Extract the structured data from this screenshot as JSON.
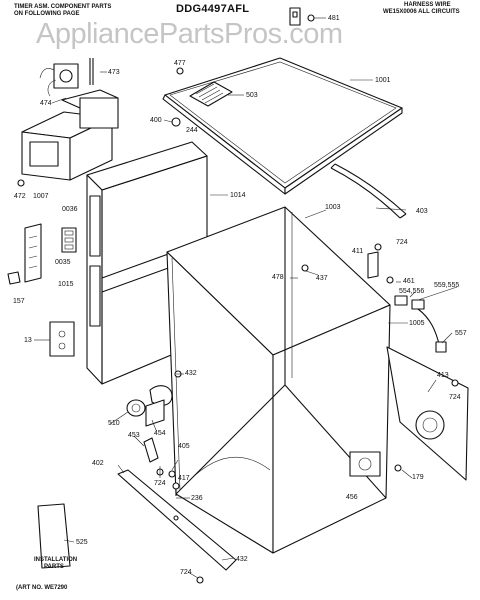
{
  "header": {
    "left_note": [
      "TIMER ASM. COMPONENT PARTS",
      "ON FOLLOWING PAGE"
    ],
    "model": "DDG4497AFL",
    "right_note": [
      "HARNESS WIRE",
      "WE15X0006 ALL CIRCUITS"
    ]
  },
  "watermark": "AppliancePartsPros.com",
  "footer": {
    "art_no": "(ART NO. WE7290"
  },
  "installation_label": [
    "INSTALLATION",
    "PARTS"
  ],
  "parts": {
    "p481": "481",
    "p477": "477",
    "p473": "473",
    "p474": "474",
    "p1001": "1001",
    "p503": "503",
    "p400": "400",
    "p244": "244",
    "p472": "472",
    "p1007": "1007",
    "p0036": "0036",
    "p1014": "1014",
    "p1003a": "1003",
    "p403": "403",
    "p0035": "0035",
    "p1015": "1015",
    "p157": "157",
    "p724a": "724",
    "p411": "411",
    "p478": "478",
    "p437": "437",
    "p461": "461",
    "p559": "559,555",
    "p554": "554,556",
    "p1005": "1005",
    "p557": "557",
    "p13": "13",
    "p432a": "432",
    "p510": "510",
    "p454": "454",
    "p413": "413",
    "p724b": "724",
    "p453": "453",
    "p405": "405",
    "p179": "179",
    "p402": "402",
    "p724c": "724",
    "p417": "417",
    "p236": "236",
    "p456": "456",
    "p525": "525",
    "p432b": "432",
    "p724d": "724"
  }
}
